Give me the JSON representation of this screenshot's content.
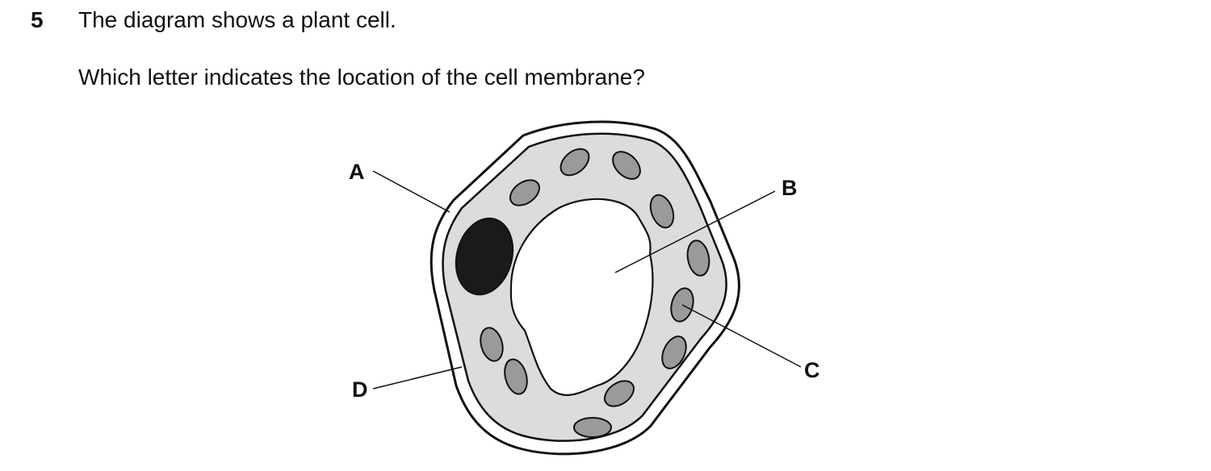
{
  "question": {
    "number": "5",
    "line1": "The diagram shows a plant cell.",
    "line2": "Which letter indicates the location of the cell membrane?"
  },
  "diagram": {
    "labels": {
      "A": "A",
      "B": "B",
      "C": "C",
      "D": "D"
    },
    "colors": {
      "cytoplasm": "#dcdcdc",
      "chloroplast": "#9a9a9a",
      "nucleus": "#1a1a1a",
      "outline": "#111111",
      "vacuole": "#ffffff"
    }
  }
}
